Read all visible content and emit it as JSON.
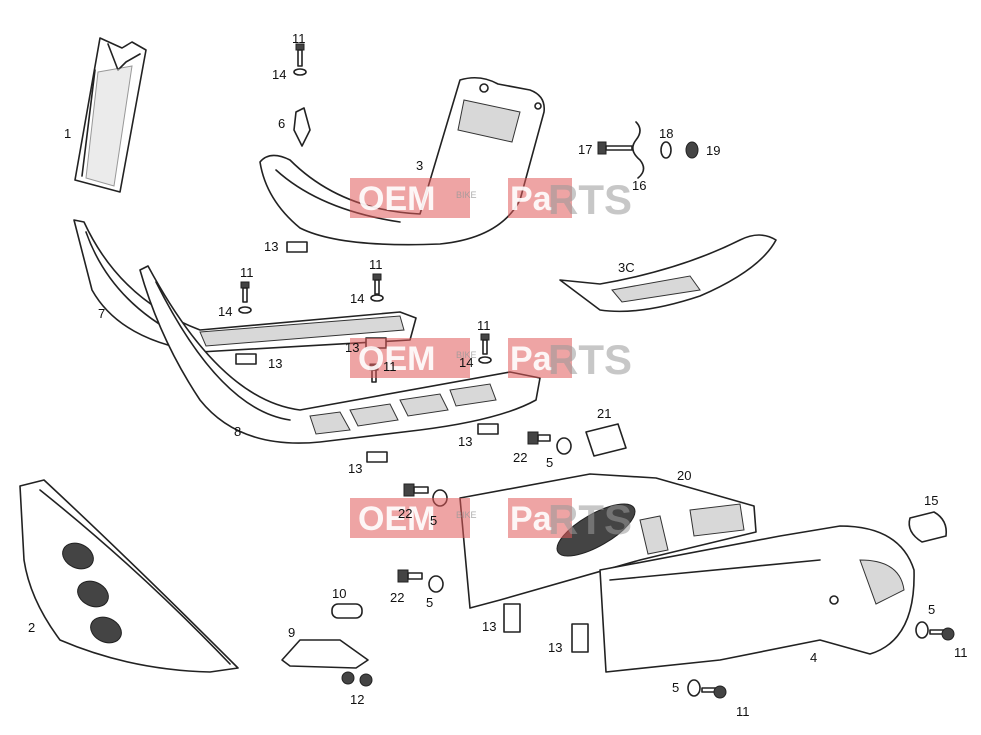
{
  "watermark": {
    "brand_left": "OEM",
    "brand_small": "BIKE",
    "brand_mid": "Pa",
    "brand_right": "RTS",
    "box_color": "#e05a5a"
  },
  "callouts": {
    "c1": "1",
    "c2": "2",
    "c3": "3",
    "c3c": "3C",
    "c4": "4",
    "c5a": "5",
    "c5b": "5",
    "c5c": "5",
    "c5d": "5",
    "c5e": "5",
    "c6": "6",
    "c7": "7",
    "c8": "8",
    "c9": "9",
    "c10": "10",
    "c11a": "11",
    "c11b": "11",
    "c11c": "11",
    "c11d": "11",
    "c11e": "11",
    "c11f": "11",
    "c11g": "11",
    "c12": "12",
    "c13a": "13",
    "c13b": "13",
    "c13c": "13",
    "c13d": "13",
    "c13e": "13",
    "c13f": "13",
    "c13g": "13",
    "c14a": "14",
    "c14b": "14",
    "c14c": "14",
    "c14d": "14",
    "c15": "15",
    "c16": "16",
    "c17": "17",
    "c18": "18",
    "c19": "19",
    "c20": "20",
    "c21": "21",
    "c22a": "22",
    "c22b": "22",
    "c22c": "22"
  }
}
